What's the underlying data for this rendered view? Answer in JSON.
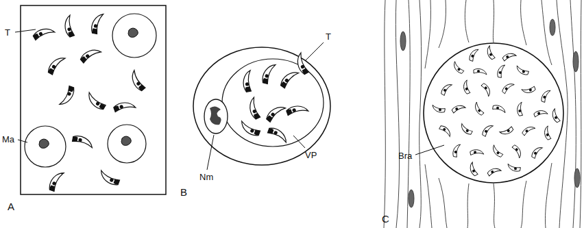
{
  "diagram": {
    "labels": [
      "T",
      "Ma",
      "A",
      "Nm",
      "T",
      "VP",
      "B",
      "Bra",
      "C"
    ]
  }
}
